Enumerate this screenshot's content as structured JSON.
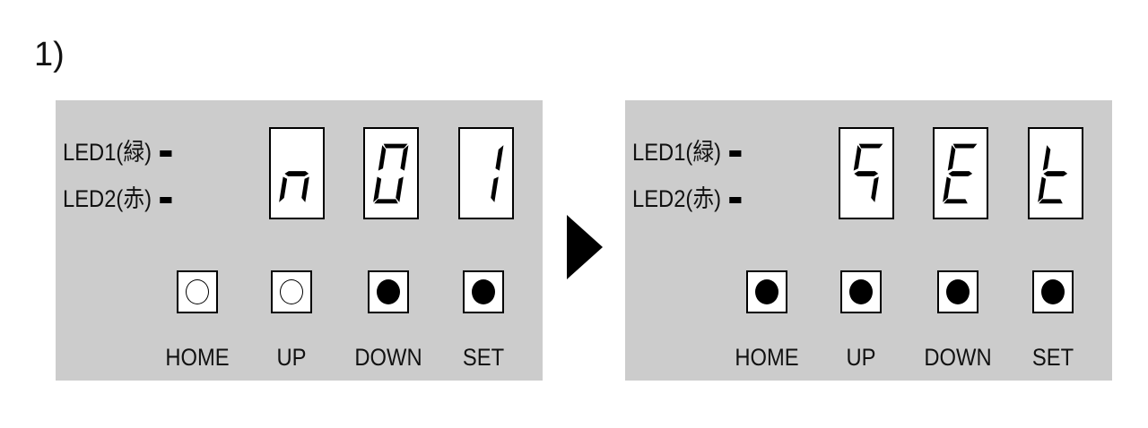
{
  "step_label": "1)",
  "panels": [
    {
      "led1_label": "LED1(緑)",
      "led2_label": "LED2(赤)",
      "display": [
        {
          "char": "n",
          "segments": [
            "e",
            "g",
            "c"
          ]
        },
        {
          "char": "0",
          "segments": [
            "a",
            "b",
            "c",
            "d",
            "e",
            "f"
          ]
        },
        {
          "char": "1",
          "segments": [
            "b",
            "c"
          ]
        }
      ],
      "buttons": [
        {
          "label": "HOME",
          "lit": false
        },
        {
          "label": "UP",
          "lit": false
        },
        {
          "label": "DOWN",
          "lit": true
        },
        {
          "label": "SET",
          "lit": true
        }
      ]
    },
    {
      "led1_label": "LED1(緑)",
      "led2_label": "LED2(赤)",
      "display": [
        {
          "char": "S",
          "segments": [
            "a",
            "f",
            "g",
            "c"
          ]
        },
        {
          "char": "E",
          "segments": [
            "a",
            "f",
            "g",
            "e",
            "d"
          ]
        },
        {
          "char": "t",
          "segments": [
            "f",
            "g",
            "e",
            "d"
          ]
        }
      ],
      "buttons": [
        {
          "label": "HOME",
          "lit": true
        },
        {
          "label": "UP",
          "lit": true
        },
        {
          "label": "DOWN",
          "lit": true
        },
        {
          "label": "SET",
          "lit": true
        }
      ]
    }
  ]
}
